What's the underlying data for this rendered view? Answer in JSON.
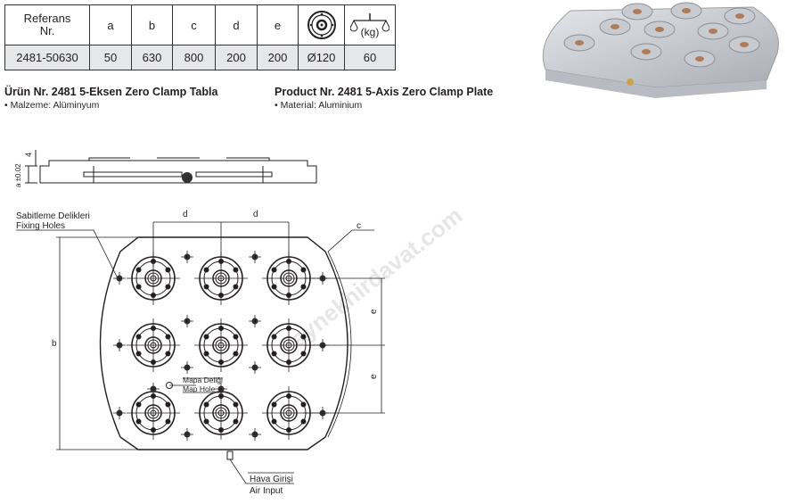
{
  "table": {
    "headers": [
      "Referans Nr.",
      "a",
      "b",
      "c",
      "d",
      "e",
      "clamp-diameter-icon",
      "weight-kg-icon"
    ],
    "header_ref_line1": "Referans",
    "header_ref_line2": "Nr.",
    "weight_unit": "(kg)",
    "row": [
      "2481-50630",
      "50",
      "630",
      "800",
      "200",
      "200",
      "Ø120",
      "60"
    ]
  },
  "product_tr": {
    "title": "Ürün Nr. 2481 5-Eksen Zero Clamp Tabla",
    "material": "• Malzeme: Alüminyum"
  },
  "product_en": {
    "title": "Product Nr. 2481 5-Axis Zero Clamp  Plate",
    "material": "• Material: Aluminium"
  },
  "drawing": {
    "dim_4": "4",
    "dim_a": "a ±0.02",
    "dim_b": "b",
    "dim_c": "c",
    "dim_d1": "d",
    "dim_d2": "d",
    "dim_e1": "e",
    "dim_e2": "e",
    "fixing_holes_tr": "Sabitleme Delikleri",
    "fixing_holes_en": "Fixing Holes",
    "map_hole_tr": "Mapa Deliği",
    "map_hole_en": "Map Hole",
    "air_input_tr": "Hava Girişi",
    "air_input_en": "Air Input"
  },
  "watermark": "aynekhirdavat.com"
}
